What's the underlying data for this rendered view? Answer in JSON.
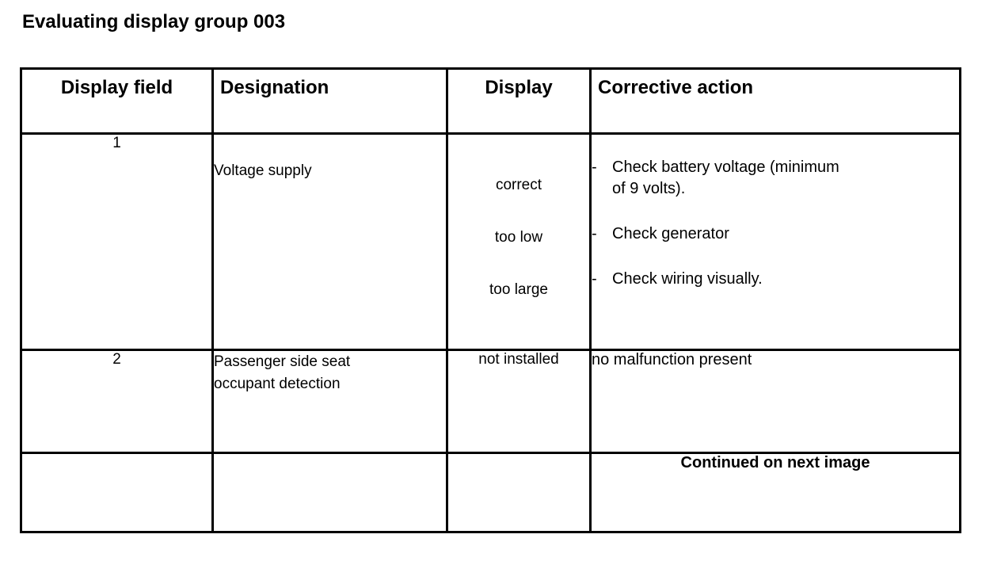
{
  "title": "Evaluating display group 003",
  "table": {
    "headers": {
      "display_field": "Display field",
      "designation": "Designation",
      "display": "Display",
      "corrective_action": "Corrective action"
    },
    "rows": [
      {
        "display_field": "1",
        "designation_lines": [
          "Voltage supply"
        ],
        "display_values": [
          "correct",
          "too low",
          "too large"
        ],
        "corrective_actions": [
          {
            "dash": "-",
            "lines": [
              "Check battery voltage (minimum",
              "of 9 volts)."
            ]
          },
          {
            "dash": "-",
            "lines": [
              "Check generator"
            ]
          },
          {
            "dash": "-",
            "lines": [
              "Check wiring visually."
            ]
          }
        ]
      },
      {
        "display_field": "2",
        "designation_lines": [
          "Passenger side seat",
          "occupant detection"
        ],
        "display_values": [
          "not installed"
        ],
        "corrective_text": "no malfunction present"
      }
    ],
    "footer_row": {
      "display_field": "",
      "designation": "",
      "display": "",
      "continued_note": "Continued on next image"
    }
  },
  "colors": {
    "ink": "#000000",
    "paper": "#ffffff"
  }
}
